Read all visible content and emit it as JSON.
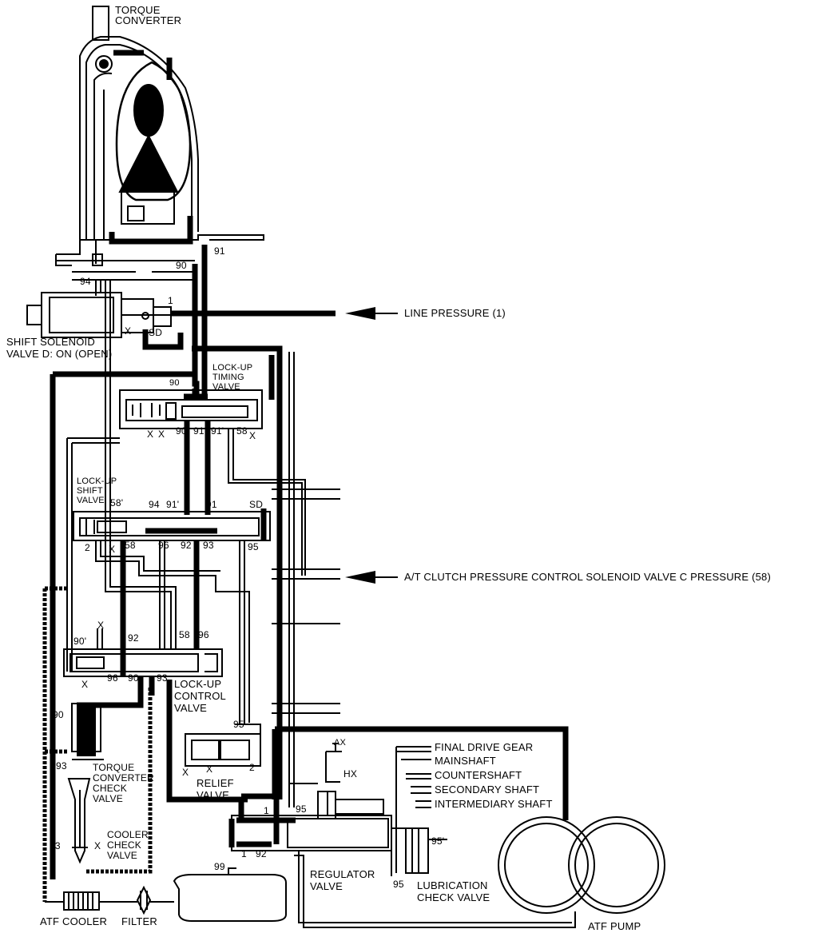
{
  "components": {
    "torque_converter": "TORQUE\nCONVERTER",
    "shift_solenoid": "SHIFT SOLENOID\nVALVE D: ON (OPEN)",
    "lockup_timing": "LOCK-UP\nTIMING\nVALVE",
    "lockup_shift": "LOCK-UP\nSHIFT\nVALVE",
    "lockup_control": "LOCK-UP\nCONTROL\nVALVE",
    "torque_converter_check": "TORQUE\nCONVERTER\nCHECK\nVALVE",
    "cooler_check": "COOLER\nCHECK\nVALVE",
    "relief_valve": "RELIEF\nVALVE",
    "regulator_valve": "REGULATOR\nVALVE",
    "lubrication_check": "LUBRICATION\nCHECK VALVE",
    "atf_cooler": "ATF COOLER",
    "filter": "FILTER",
    "atf_pump": "ATF PUMP"
  },
  "pressures": {
    "line": "LINE PRESSURE (1)",
    "solenoid_c": "A/T CLUTCH PRESSURE CONTROL SOLENOID VALVE C PRESSURE (58)"
  },
  "lubrication_points": [
    "FINAL DRIVE GEAR",
    "MAINSHAFT",
    "COUNTERSHAFT",
    "SECONDARY SHAFT",
    "INTERMEDIARY SHAFT"
  ],
  "ports": {
    "p90_top": "90",
    "p91_top": "91",
    "p94_top": "94",
    "p1_sol": "1",
    "pX_sol": "X",
    "pSD_sol": "SD",
    "p90_timing": "90",
    "pX1_timing": "X",
    "pX2_timing": "X",
    "p90p_timing": "90'",
    "p91_timing": "91",
    "p91p_timing": "91'",
    "p58_timing": "58",
    "pX3_timing": "X",
    "p58p_shift": "58'",
    "p94_shift": "94",
    "p91p_shift": "91'",
    "p91_shift": "91",
    "pSD_shift": "SD",
    "p2_shift": "2",
    "pX_shift": "X",
    "p58_shift": "58",
    "p96_shift": "96",
    "p92_shift": "92",
    "p93_shift": "93",
    "p95_shift": "95",
    "pX_ctrl_top": "X",
    "p90p_ctrl": "90'",
    "p92_ctrl": "92",
    "p58_ctrl": "58",
    "p96_ctrl": "96",
    "pX_ctrl": "X",
    "p96_ctrl_b": "96",
    "p90_ctrl": "90",
    "p93_ctrl": "93",
    "p90_tc": "90",
    "p93_tc": "93",
    "p93_cooler": "93",
    "pX_cooler": "X",
    "p95_relief": "95",
    "pX1_relief": "X",
    "pX2_relief": "X",
    "p2_relief": "2",
    "pAX": "AX",
    "pHX": "HX",
    "p1_reg": "1",
    "p95_reg": "95",
    "p1_reg_b": "1",
    "p92_reg": "92",
    "p95p_lub": "95'",
    "p95_lub": "95",
    "p99": "99"
  },
  "colors": {
    "line": "#000000",
    "background": "#ffffff"
  }
}
